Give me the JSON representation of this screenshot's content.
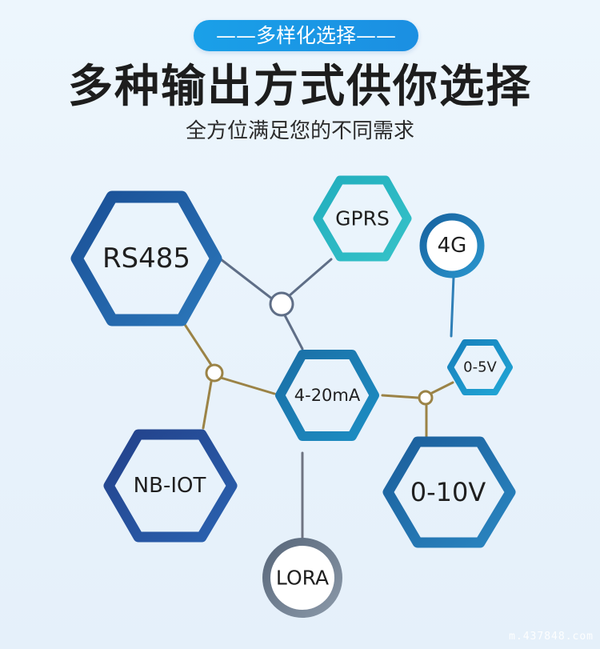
{
  "header": {
    "pill_label": "——多样化选择——",
    "title": "多种输出方式供你选择",
    "subtitle": "全方位满足您的不同需求"
  },
  "diagram": {
    "nodes": [
      {
        "id": "rs485",
        "label": "RS485",
        "shape": "hexagon",
        "color": "#1f5fa2"
      },
      {
        "id": "gprs",
        "label": "GPRS",
        "shape": "hexagon",
        "color": "#2bb8c4"
      },
      {
        "id": "4g",
        "label": "4G",
        "shape": "circle",
        "color": "#1a78b4"
      },
      {
        "id": "4-20ma",
        "label": "4-20mA",
        "shape": "hexagon",
        "color": "#1b7bb2"
      },
      {
        "id": "0-5v",
        "label": "0-5V",
        "shape": "hexagon",
        "color": "#1a8fc8"
      },
      {
        "id": "nb-iot",
        "label": "NB-IOT",
        "shape": "hexagon",
        "color": "#1f4c97"
      },
      {
        "id": "0-10v",
        "label": "0-10V",
        "shape": "hexagon",
        "color": "#1c6ba6"
      },
      {
        "id": "lora",
        "label": "LORA",
        "shape": "circle",
        "color": "#6f7f92"
      }
    ],
    "connector_colors": {
      "slate": "#5f6e87",
      "olive": "#9b8346",
      "blue": "#2f7fb7",
      "gray": "#6f7482"
    }
  },
  "watermark": "m.437848.com"
}
